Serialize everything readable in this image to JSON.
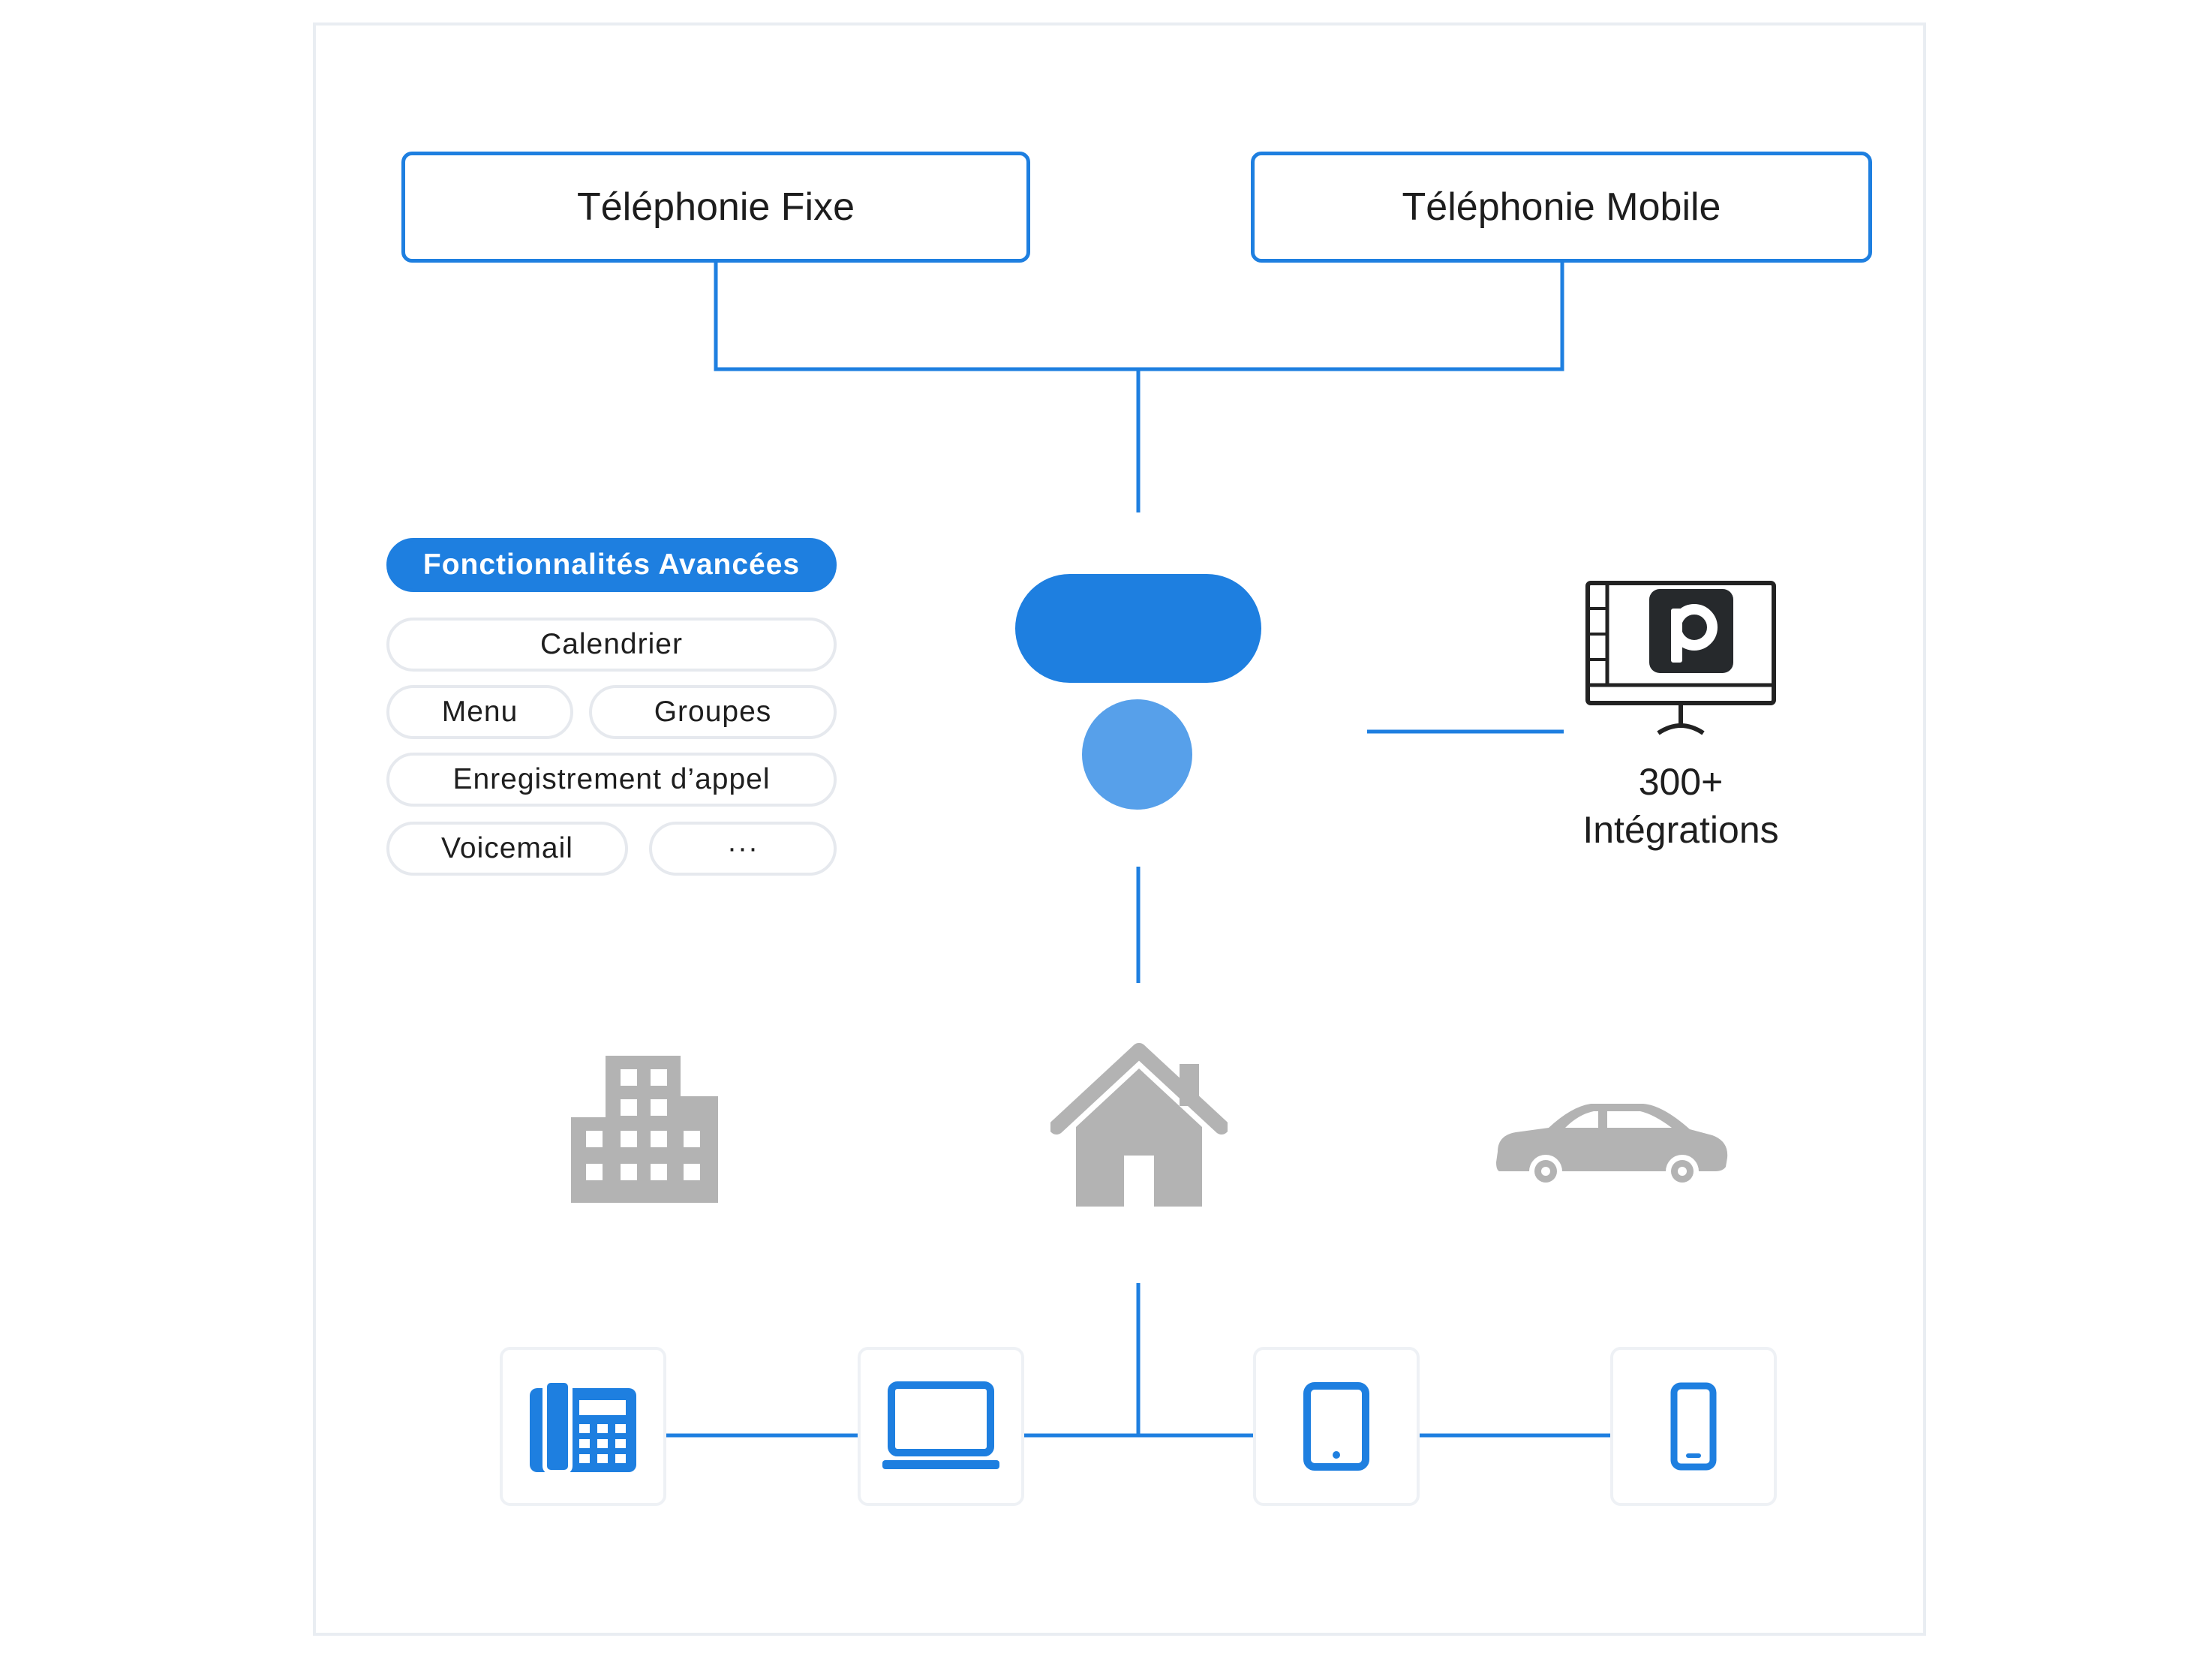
{
  "diagram": {
    "top_boxes": {
      "fixe": "Téléphonie Fixe",
      "mobile": "Téléphonie Mobile"
    },
    "features": {
      "header": "Fonctionnalités Avancées",
      "items": [
        "Calendrier",
        "Menu",
        "Groupes",
        "Enregistrement d’appel",
        "Voicemail",
        "···"
      ]
    },
    "integrations": {
      "count": "300+",
      "label": "Intégrations",
      "icon": "pipedrive-monitor-icon"
    },
    "locations": [
      "office-building-icon",
      "home-icon",
      "car-icon"
    ],
    "devices": [
      "desk-phone-icon",
      "laptop-icon",
      "tablet-icon",
      "smartphone-icon"
    ],
    "colors": {
      "accent": "#1e7fe0",
      "accent_light": "#57a0ea",
      "icon_gray": "#b3b3b3",
      "line": "#1e7fe0"
    }
  }
}
